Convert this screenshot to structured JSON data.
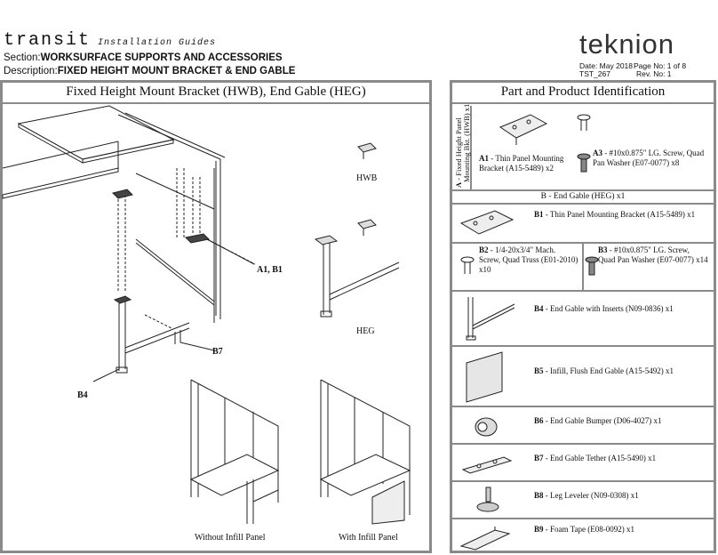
{
  "header": {
    "brand": "transit",
    "guides": "Installation Guides",
    "section_label": "Section:",
    "section_value": "WORKSURFACE SUPPORTS AND ACCESSORIES",
    "description_label": "Description:",
    "description_value": "FIXED HEIGHT MOUNT BRACKET & END GABLE",
    "logo": "teknion",
    "date": "Date: May 2018",
    "page": "Page No: 1 of 8",
    "doc": "TST_267",
    "rev": "Rev. No: 1"
  },
  "left_panel": {
    "title": "Fixed Height Mount Bracket (HWB), End Gable (HEG)",
    "callout_a1b1": "A1, B1",
    "callout_b7": "B7",
    "callout_b4": "B4",
    "label_hwb": "HWB",
    "label_heg": "HEG",
    "caption_without": "Without Infill Panel",
    "caption_with": "With Infill Panel"
  },
  "right_panel": {
    "title": "Part and Product Identification",
    "group_a_vertical": "A - Fixed Height Panel Mounting Bkt. (HWB) x1",
    "group_a_letter": "A",
    "group_a_text1": "Fixed Height Panel",
    "group_a_text2": "Mounting Bkt.",
    "group_a_text3": "(HWB) x1",
    "a1_code": "A1",
    "a1_text": "- Thin Panel Mounting Bracket (A15-5489) x2",
    "a3_code": "A3",
    "a3_text": "- #10x0.875\" LG. Screw, Quad Pan Washer (E07-0077) x8",
    "group_b": "B - End Gable (HEG) x1",
    "b1_code": "B1",
    "b1_text": "- Thin Panel Mounting Bracket (A15-5489) x1",
    "b2_code": "B2",
    "b2_text": "- 1/4-20x3/4\" Mach. Screw, Quad Truss (E01-2010) x10",
    "b3_code": "B3",
    "b3_text": "- #10x0.875\" LG. Screw, Quad Pan Washer (E07-0077) x14",
    "b4_code": "B4",
    "b4_text": "- End Gable with Inserts (N09-0836) x1",
    "b5_code": "B5",
    "b5_text": "- Infill, Flush End Gable (A15-5492) x1",
    "b6_code": "B6",
    "b6_text": "- End Gable Bumper (D06-4027) x1",
    "b7_code": "B7",
    "b7_text": "- End Gable Tether (A15-5490) x1",
    "b8_code": "B8",
    "b8_text": "- Leg Leveler (N09-0308) x1",
    "b9_code": "B9",
    "b9_text": "- Foam Tape (E08-0092) x1"
  }
}
